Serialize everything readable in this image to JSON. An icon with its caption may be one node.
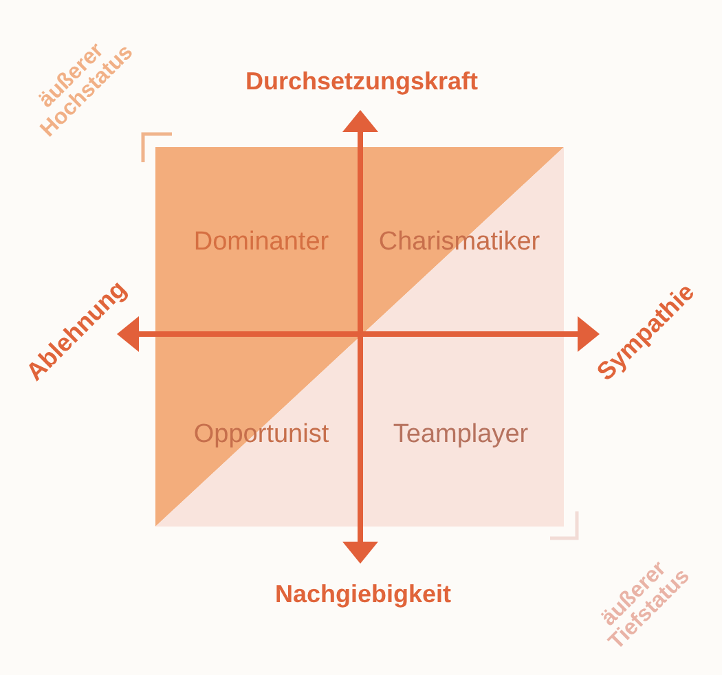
{
  "diagram": {
    "labels": [
      "äußerer Hochstatus",
      "Durchsetzungskraft",
      "Dominanter",
      "Charismatiker",
      "Ablehnung",
      "Sympathie",
      "Opportunist",
      "Teamplayer",
      "Nachgiebigkeit",
      "äußerer Tiefstatus"
    ]
  }
}
